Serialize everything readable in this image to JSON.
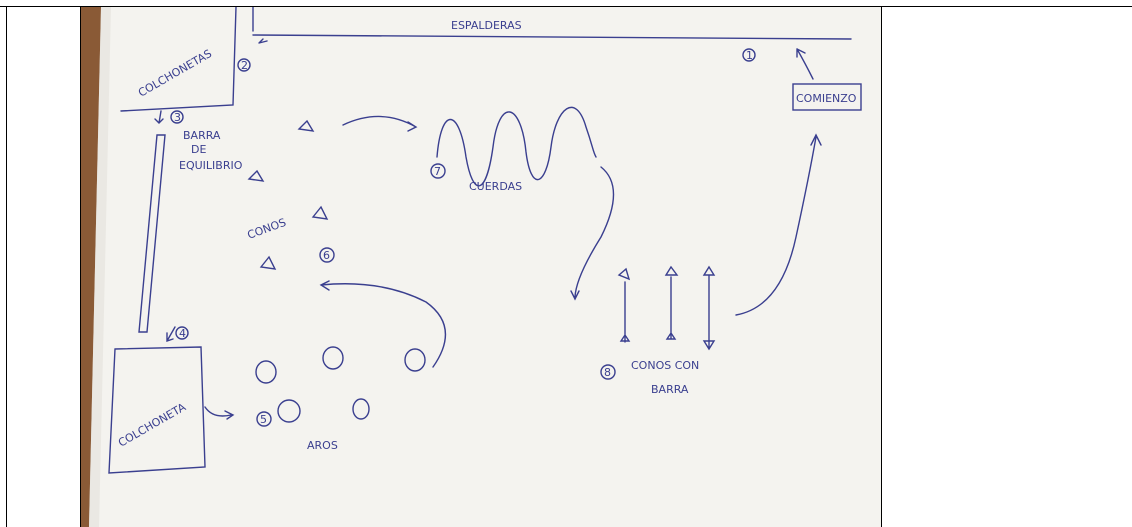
{
  "diagram": {
    "labels": {
      "espalderas": "ESPALDERAS",
      "comienzo": "COMIENZO",
      "colchonetas": "COLCHONETAS",
      "barra_line1": "BARRA",
      "barra_line2": "DE",
      "barra_line3": "EQUILIBRIO",
      "conos": "CONOS",
      "cuerdas": "CUERDAS",
      "conos_con_barra_line1": "CONOS CON",
      "conos_con_barra_line2": "BARRA",
      "colchoneta": "COLCHONETA",
      "aros": "AROS"
    },
    "steps": [
      "1",
      "2",
      "3",
      "4",
      "5",
      "6",
      "7",
      "8"
    ]
  },
  "colors": {
    "ink": "#3a3f8f",
    "paper": "#f4f3ef",
    "wood": "#8a5a36",
    "frame": "#000000"
  }
}
